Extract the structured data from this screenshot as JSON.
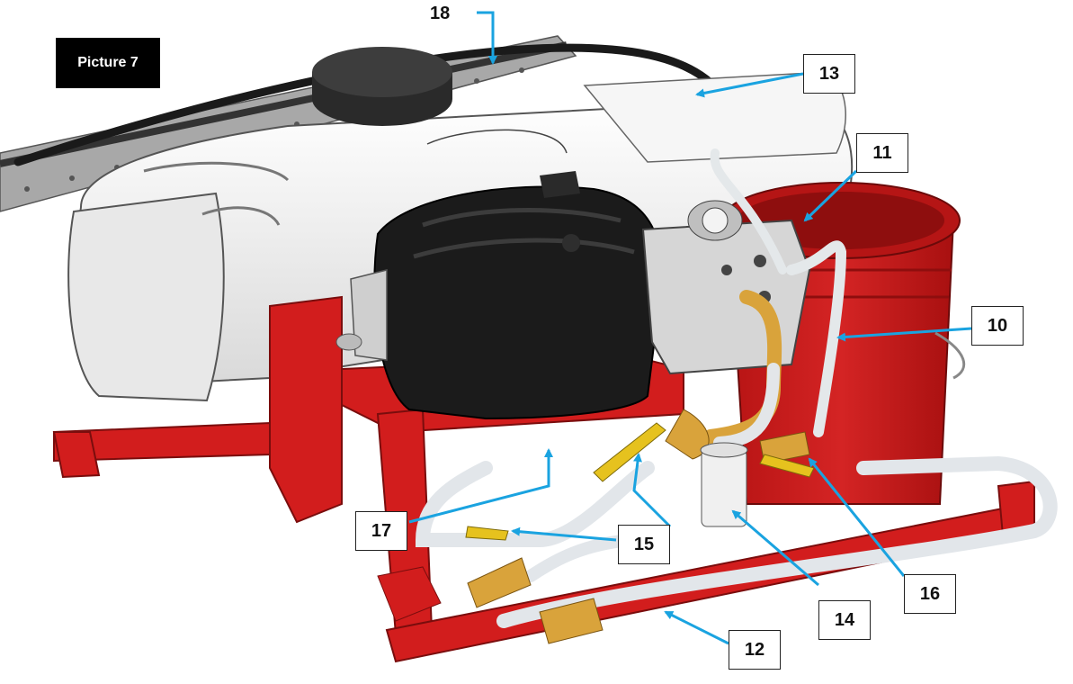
{
  "title": "Picture 7",
  "labels": {
    "l10": "10",
    "l11": "11",
    "l12": "12",
    "l13": "13",
    "l14": "14",
    "l15": "15",
    "l16": "16",
    "l17": "17",
    "l18": "18"
  },
  "colors": {
    "frame_red": "#d21d1d",
    "bucket_red": "#c81a1a",
    "engine_black": "#1b1b1b",
    "tank_white": "#f3f3f3",
    "hose_clear": "#dde2e6",
    "brass": "#d9a33b",
    "handle_yellow": "#e6c21e",
    "leader_blue": "#1aa3e0"
  }
}
